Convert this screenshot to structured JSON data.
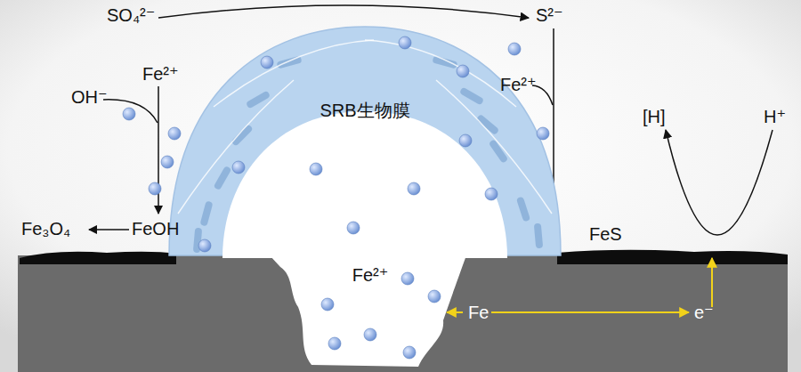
{
  "diagram": {
    "nodes": [
      {
        "text": [
          "SRB生物膜"
        ]
      },
      {
        "text": [
          "Fe²⁺"
        ]
      }
    ],
    "labels": [
      "SO₄²⁻",
      "S²⁻",
      "Fe²⁺",
      "OH⁻",
      "Fe₃O₄",
      "FeOH",
      "Fe²⁺",
      "FeS",
      "[H]",
      "H⁺",
      "Fe",
      "e⁻"
    ]
  }
}
